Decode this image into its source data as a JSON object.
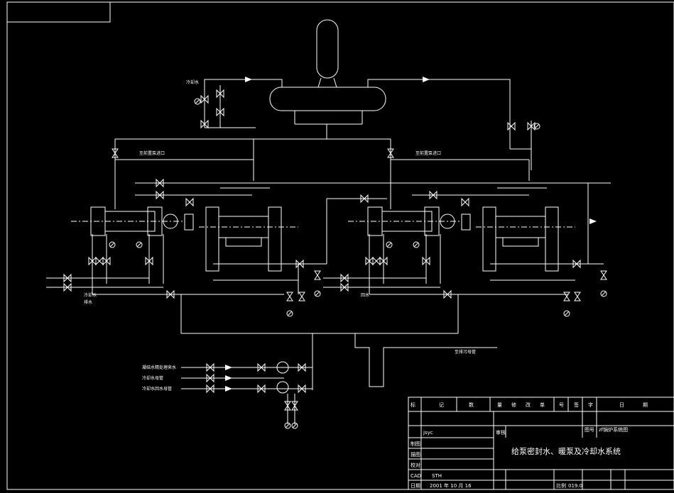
{
  "drawing": {
    "background": "#000000",
    "line_color": "#ffffff",
    "title": "给泵密封水、暖泵及冷却水系统",
    "labels": {
      "balance_line_left": "至前置泵进口",
      "balance_line_right": "至前置泵进口",
      "drain_label": "至排污母管",
      "left_inlet_label": "冷却水",
      "left_inlet_label2": "排水",
      "mid_label": "回水",
      "top_left_label": "冷却水",
      "supply_1": "凝结水精处理来水",
      "supply_2": "冷却水母管",
      "supply_3": "冷却水回水母管"
    }
  },
  "title_block": {
    "header_cells": [
      "标",
      "记",
      "数",
      "量",
      "修",
      "改",
      "单",
      "号",
      "签",
      "字",
      "日",
      "期"
    ],
    "rows": [
      {
        "left": "jsyc",
        "mid": "审核",
        "right_a": "图号",
        "right_b": "zf锅炉系统图"
      },
      {
        "left": "制图",
        "mid": "",
        "right_a": "",
        "right_b": ""
      },
      {
        "left": "描图",
        "mid": "",
        "right_a": "",
        "right_b": ""
      },
      {
        "left": "校对",
        "mid": "",
        "right_a": "",
        "right_b": ""
      },
      {
        "left": "CAD",
        "mid": "STH",
        "right_a": "",
        "right_b": ""
      },
      {
        "left": "日期",
        "mid": "2001 年 10 月 16",
        "right_a": "比例",
        "right_b": "019.0"
      }
    ]
  }
}
